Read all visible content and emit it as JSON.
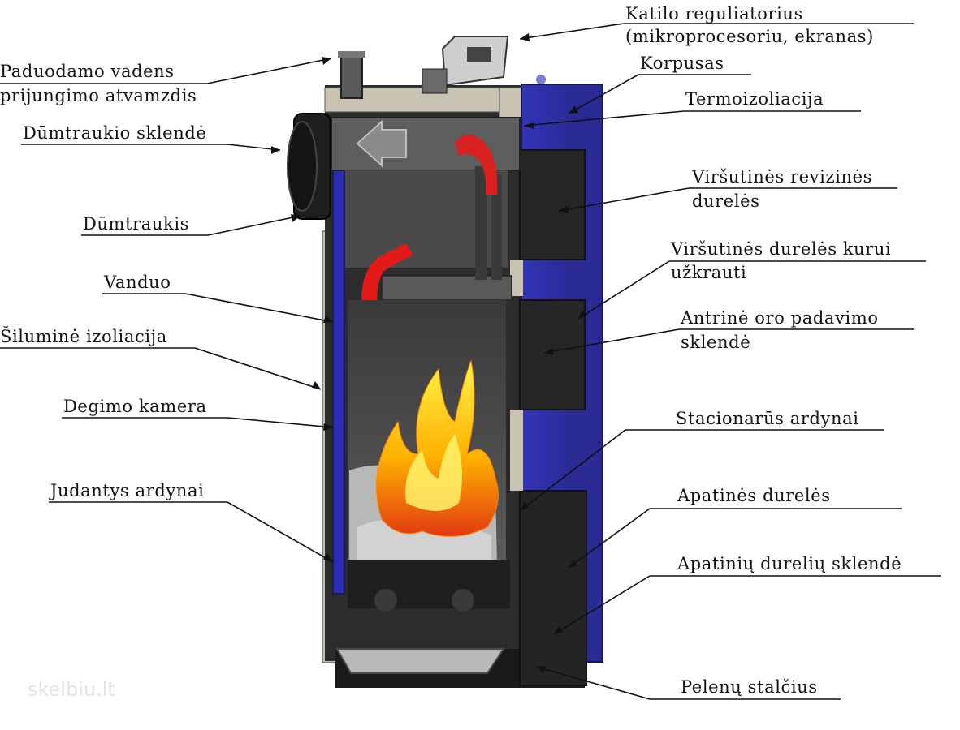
{
  "labels": {
    "katilo_reguliatorius_1": "Katilo reguliatorius",
    "katilo_reguliatorius_2": "(mikroprocesoriu, ekranas)",
    "korpusas": "Korpusas",
    "termoizoliacija": "Termoizoliacija",
    "virsutines_revizines_1": "Viršutinės revizinės",
    "virsutines_revizines_2": "durelės",
    "virsutines_dureles_1": "Viršutinės durelės kurui",
    "virsutines_dureles_2": "užkrauti",
    "antrine_oro_1": "Antrinė oro padavimo",
    "antrine_oro_2": "sklendė",
    "stacionarus_ardynai": "Stacionarūs ardynai",
    "apatines_dureles": "Apatinės durelės",
    "apatiniu_dureliu_sklende": "Apatinių durelių sklendė",
    "pelenu_stalcius": "Pelenų stalčius",
    "paduodamo_vadens_1": "Paduodamo vadens",
    "paduodamo_vadens_2": "prijungimo atvamzdis",
    "dumtraukio_sklende": "Dūmtraukio sklendė",
    "dumtraukis": "Dūmtraukis",
    "vanduo": "Vanduo",
    "silumine_izoliacija": "Šiluminė izoliacija",
    "degimo_kamera": "Degimo kamera",
    "judantys_ardynai": "Judantys ardynai"
  },
  "watermark": "skelbiu.lt",
  "colors": {
    "casing_blue": "#2e2fa8",
    "insulation_beige": "#c4bfb2",
    "metal_dark": "#2b2b2b",
    "flame_yellow": "#ffd21a",
    "flame_red": "#e01212"
  }
}
